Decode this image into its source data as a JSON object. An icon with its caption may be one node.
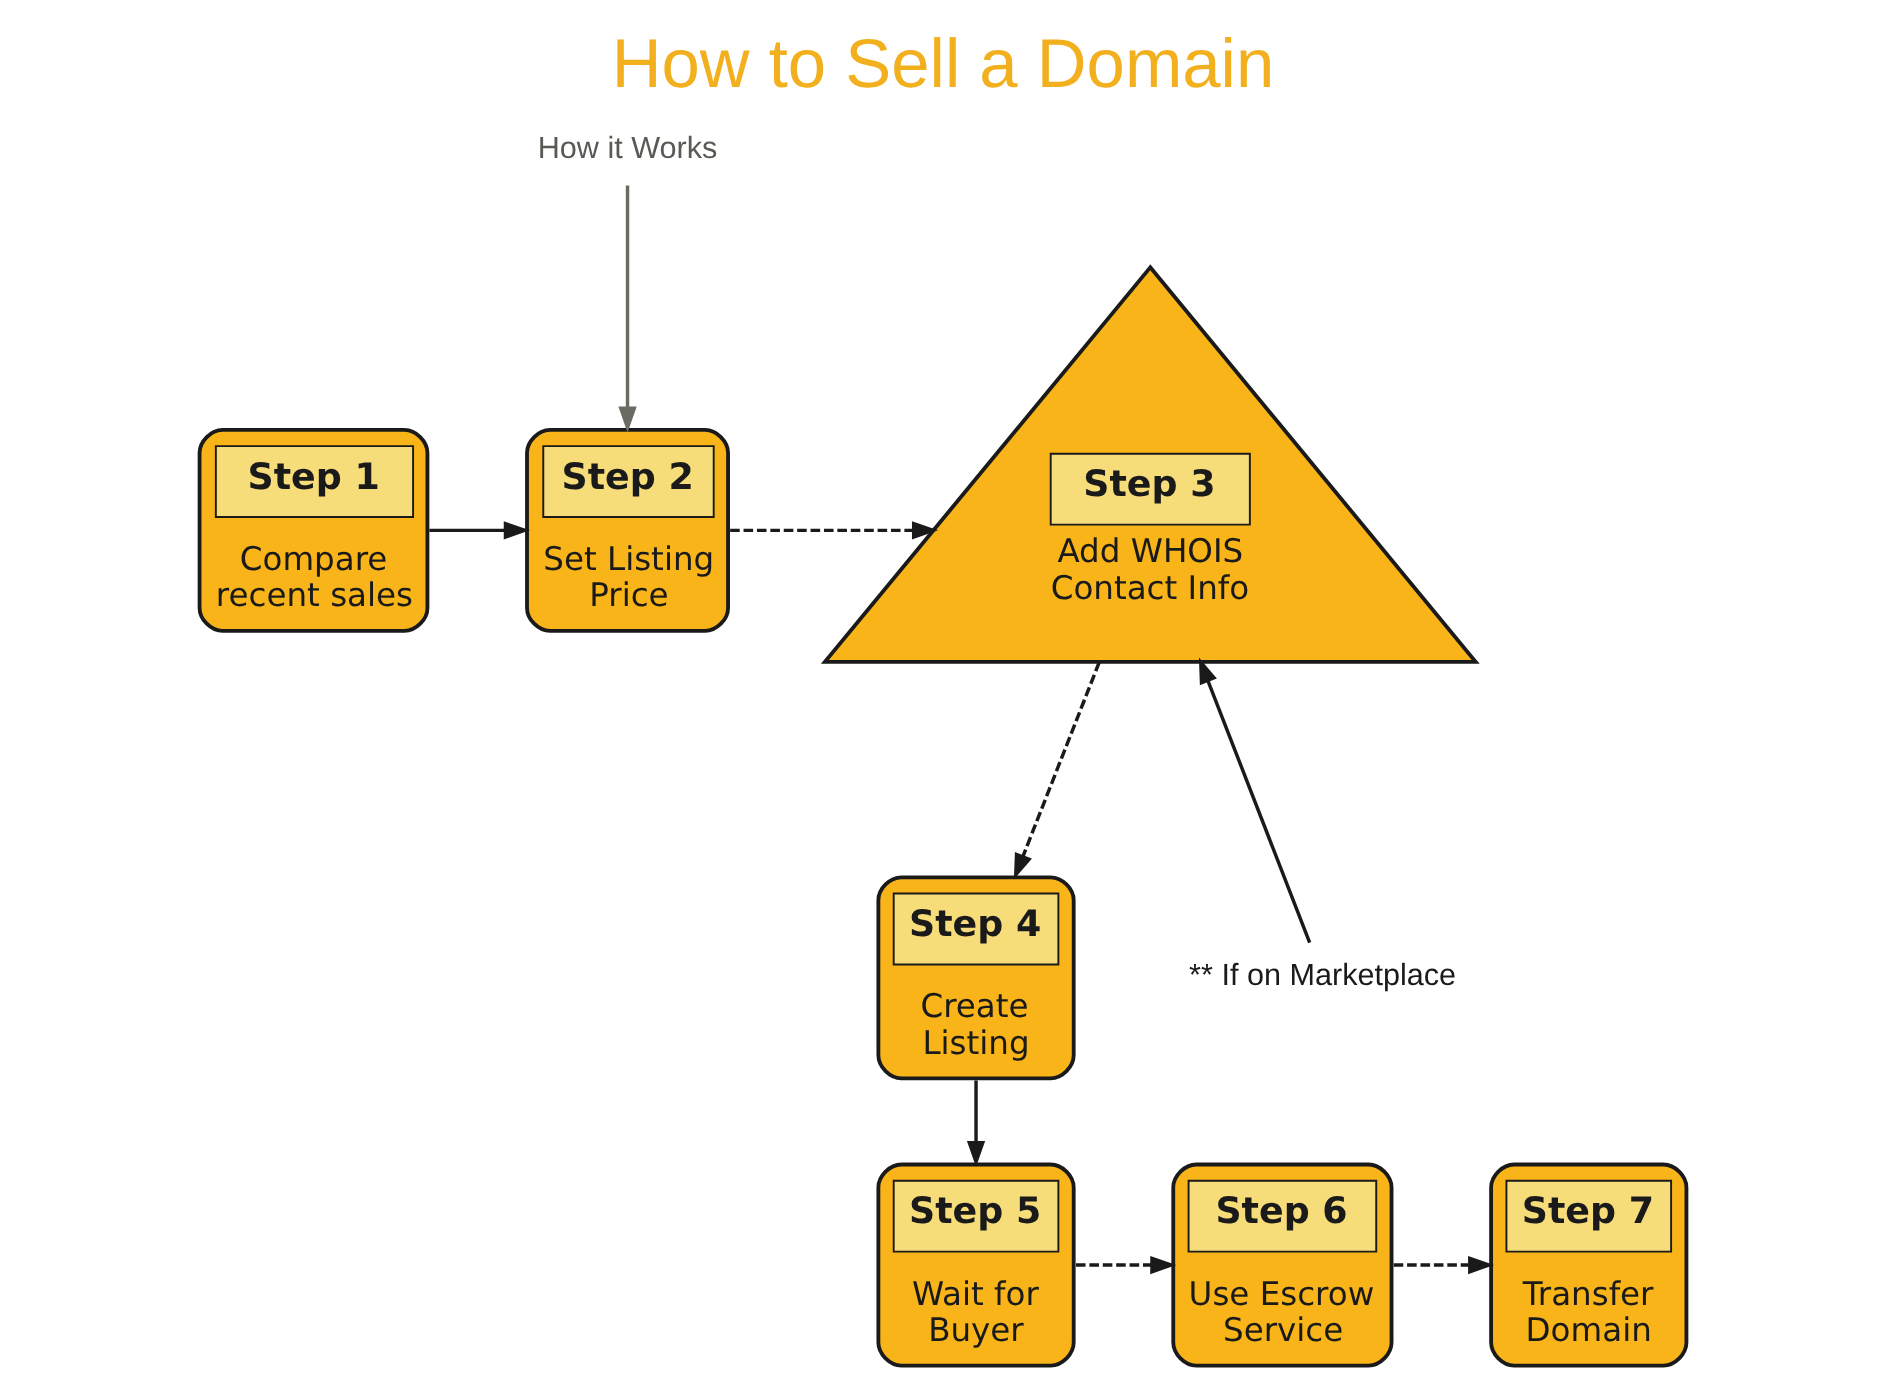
{
  "diagram": {
    "title": "How to Sell a Domain",
    "nodes": [
      {
        "text": [
          "How it Works"
        ]
      },
      {
        "text": [
          "Step 1",
          "Compare recent sales"
        ]
      },
      {
        "text": [
          "Step 2",
          "Set Listing Price"
        ]
      },
      {
        "text": [
          "Step 3",
          "Add WHOIS Contact Info"
        ]
      },
      {
        "text": [
          "Step 4",
          "Create Listing"
        ]
      },
      {
        "text": [
          "** If on Marketplace"
        ]
      },
      {
        "text": [
          "Step 5",
          "Wait for Buyer"
        ]
      },
      {
        "text": [
          "Step 6",
          "Use Escrow Service"
        ]
      },
      {
        "text": [
          "Step 7",
          "Transfer Domain"
        ]
      }
    ],
    "edges": [
      {
        "from": 0,
        "to": 2,
        "arrow": "to",
        "color": "#6b6b63"
      },
      {
        "from": 1,
        "to": 2,
        "arrow": "to"
      },
      {
        "from": 2,
        "to": 3,
        "arrow": "to",
        "style": "dashed"
      },
      {
        "from": 3,
        "to": 4,
        "arrow": "to",
        "style": "dashed"
      },
      {
        "from": 4,
        "to": 6,
        "arrow": "to"
      },
      {
        "from": 5,
        "to": 3,
        "arrow": "to"
      },
      {
        "from": 6,
        "to": 7,
        "arrow": "to",
        "style": "dashed"
      },
      {
        "from": 7,
        "to": 8,
        "arrow": "to",
        "style": "dashed"
      }
    ]
  }
}
